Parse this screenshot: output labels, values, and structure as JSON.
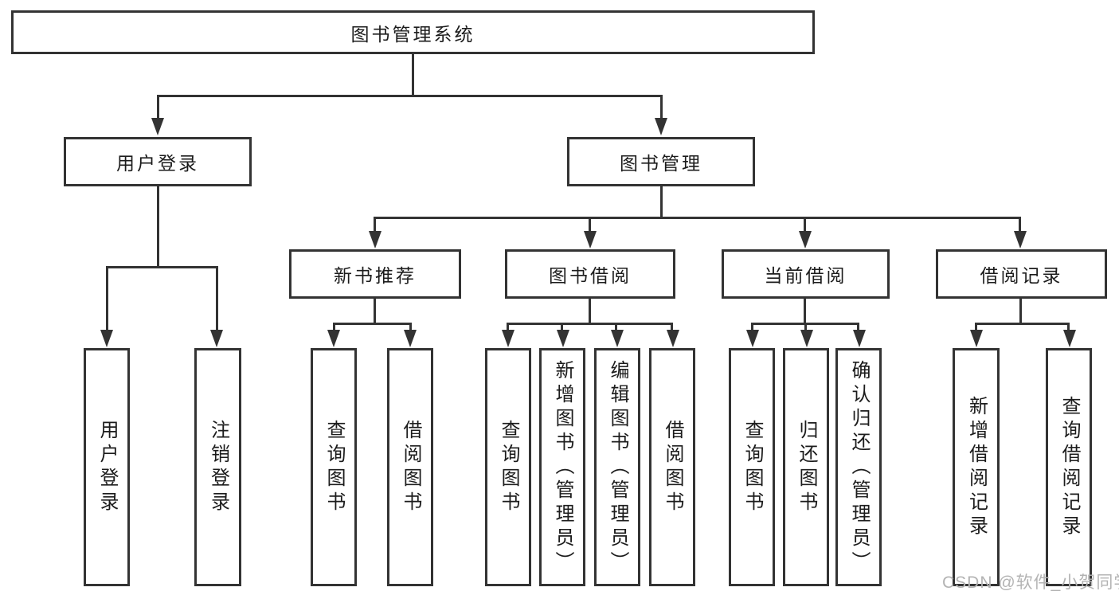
{
  "diagram": {
    "root_label": "图书管理系统",
    "level2": [
      "用户登录",
      "图书管理"
    ],
    "level3": [
      "新书推荐",
      "图书借阅",
      "当前借阅",
      "借阅记录"
    ],
    "leaves": {
      "user_login": [
        "用户登录",
        "注销登录"
      ],
      "new_book_recommend": [
        "查询图书",
        "借阅图书"
      ],
      "book_borrow": [
        "查询图书",
        "新增图书（管理员）",
        "编辑图书（管理员）",
        "借阅图书"
      ],
      "current_borrow": [
        "查询图书",
        "归还图书",
        "确认归还（管理员）"
      ],
      "borrow_record": [
        "新增借阅记录",
        "查询借阅记录"
      ]
    }
  },
  "watermark": "CSDN @软件_小贺同学",
  "colors": {
    "line": "#333333",
    "text": "#1c1c1c",
    "watermark": "#b3b3b3",
    "background": "#ffffff"
  }
}
